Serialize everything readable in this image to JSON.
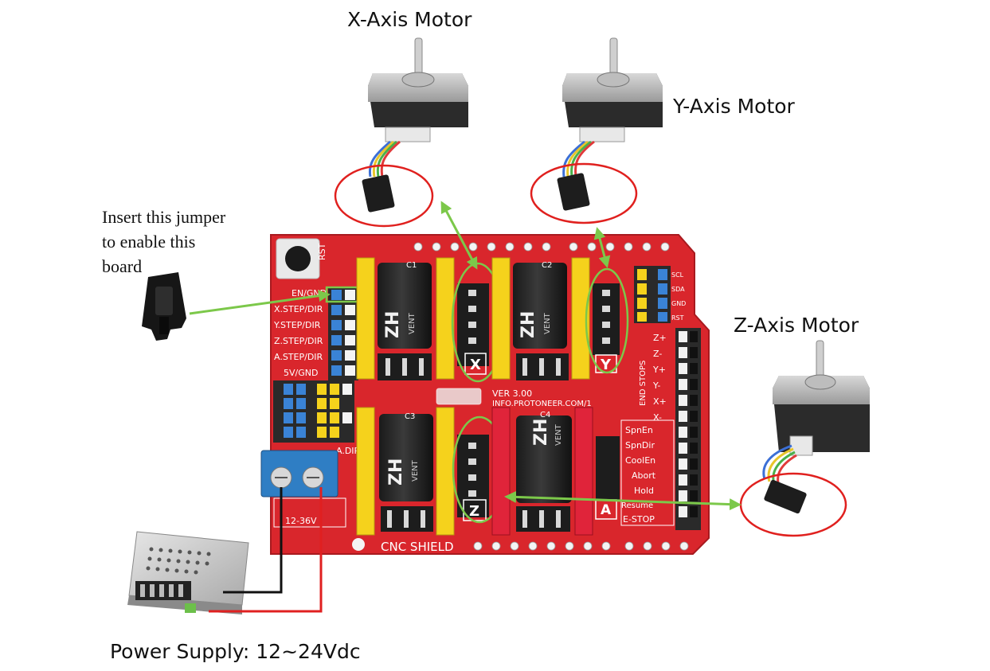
{
  "labels": {
    "x_motor": "X-Axis Motor",
    "y_motor": "Y-Axis Motor",
    "z_motor": "Z-Axis Motor",
    "jumper_line1": "Insert this jumper",
    "jumper_line2": "to enable this",
    "jumper_line3": "board",
    "power": "Power Supply: 12~24Vdc"
  },
  "board": {
    "name": "CNC SHIELD",
    "reset": "RST",
    "version": "VER 3.00",
    "url": "INFO.PROTONEER.COM/1",
    "en_gnd": "EN/GND",
    "left_pins": [
      "X.STEP/DIR",
      "Y.STEP/DIR",
      "Z.STEP/DIR",
      "A.STEP/DIR",
      "5V/GND"
    ],
    "slot_x": "X",
    "slot_y": "Y",
    "slot_z": "Z",
    "slot_a": "A",
    "end_stops": "END STOPS",
    "endstop_labels": [
      "Z+",
      "Z-",
      "Y+",
      "Y-",
      "X+",
      "X-"
    ],
    "io_labels": [
      "SpnEn",
      "SpnDir",
      "CoolEn",
      "Abort",
      "Hold",
      "Resume",
      "E-STOP"
    ],
    "i2c_labels": [
      "SCL",
      "SDA",
      "GND",
      "RST"
    ],
    "power_in": "12-36V",
    "a_dir": "A.DIR",
    "caps": [
      "C1",
      "C2",
      "C3",
      "C4"
    ],
    "cap_brand": "ZH",
    "cap_series": "VENT"
  },
  "colors": {
    "board_red": "#d9262c",
    "header_yellow": "#f5d21c",
    "highlight_red": "#e0201e",
    "arrow_green": "#7cc84a",
    "wire_red": "#e02020",
    "wire_black": "#111111"
  }
}
